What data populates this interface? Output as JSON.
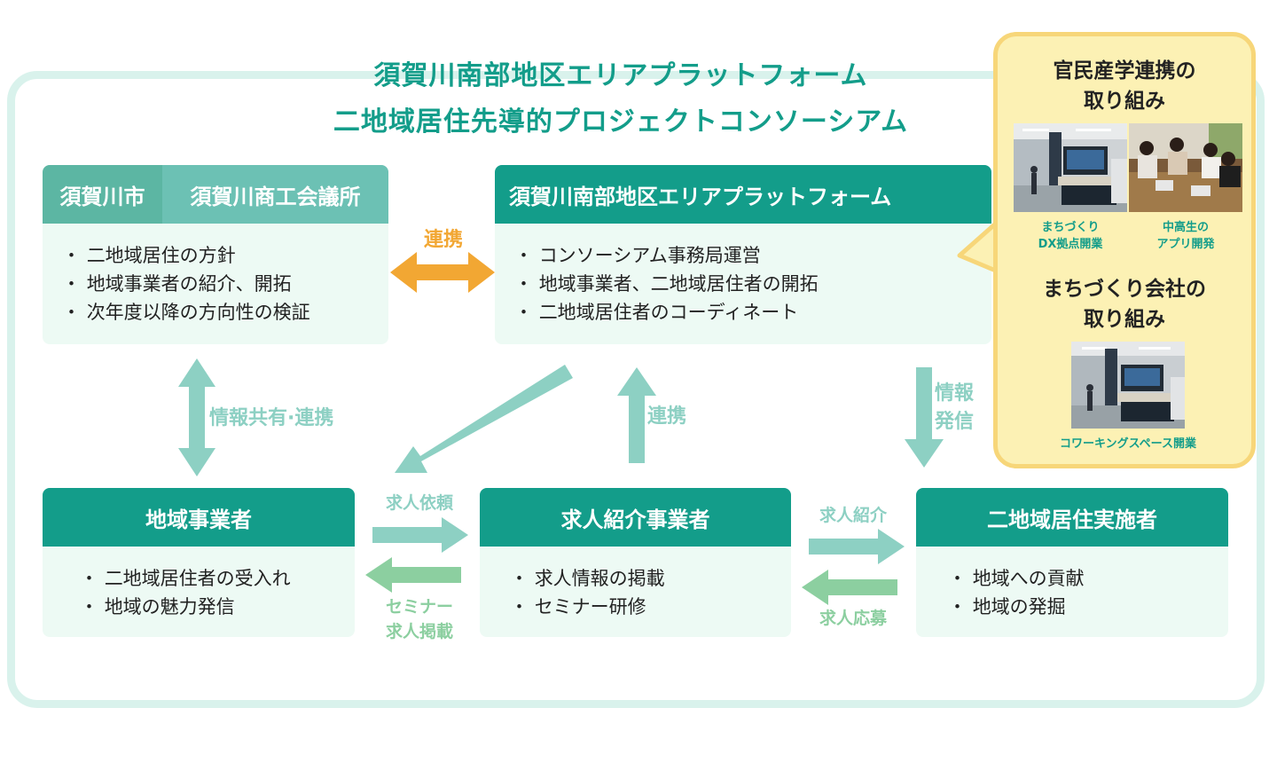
{
  "title": {
    "line1": "須賀川南部地区エリアプラットフォーム",
    "line2": "二地域居住先導的プロジェクトコンソーシアム"
  },
  "gov_box": {
    "city": "須賀川市",
    "chamber": "須賀川商工会議所",
    "items": [
      "二地域居住の方針",
      "地域事業者の紹介、開拓",
      "次年度以降の方向性の検証"
    ]
  },
  "platform_box": {
    "title": "須賀川南部地区エリアプラットフォーム",
    "items": [
      "コンソーシアム事務局運営",
      "地域事業者、二地域居住者の開拓",
      "二地域居住者のコーディネート"
    ]
  },
  "local_box": {
    "title": "地域事業者",
    "items": [
      "二地域居住者の受入れ",
      "地域の魅力発信"
    ]
  },
  "agency_box": {
    "title": "求人紹介事業者",
    "items": [
      "求人情報の掲載",
      "セミナー研修"
    ]
  },
  "resident_box": {
    "title": "二地域居住実施者",
    "items": [
      "地域への貢献",
      "地域の発掘"
    ]
  },
  "labels": {
    "renkei_top": "連携",
    "share": "情報共有·連携",
    "renkei_mid": "連携",
    "info_send_1": "情報",
    "info_send_2": "発信",
    "job_request": "求人依頼",
    "seminar_1": "セミナー",
    "seminar_2": "求人掲載",
    "job_intro": "求人紹介",
    "job_apply": "求人応募"
  },
  "callout": {
    "head1_line1": "官民産学連携の",
    "head1_line2": "取り組み",
    "cap1_line1": "まちづくり",
    "cap1_line2": "DX拠点開業",
    "cap2_line1": "中高生の",
    "cap2_line2": "アプリ開発",
    "head2_line1": "まちづくり会社の",
    "head2_line2": "取り組み",
    "cap3": "コワーキングスペース開業"
  },
  "colors": {
    "teal": "#139d8a",
    "teal_light": "#8dd0c3",
    "green_light": "#8ccfa0",
    "orange": "#f2a733",
    "box_bg": "#edfaf4",
    "callout_bg": "#fcf1b4"
  }
}
